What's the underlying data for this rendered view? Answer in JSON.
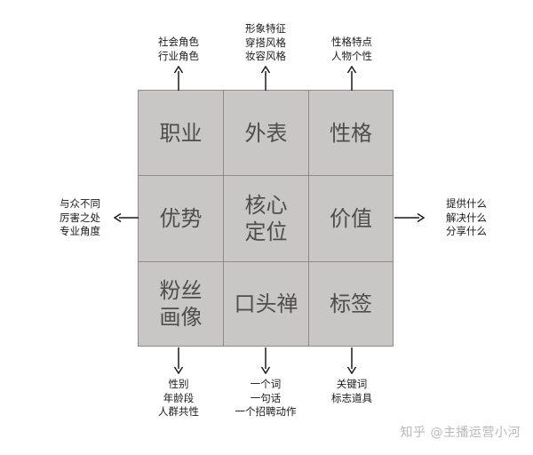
{
  "cells": [
    {
      "id": "career",
      "label": "职业"
    },
    {
      "id": "appearance",
      "label": "外表"
    },
    {
      "id": "personality",
      "label": "性格"
    },
    {
      "id": "advantage",
      "label": "优势"
    },
    {
      "id": "core",
      "label": "核心\n定位"
    },
    {
      "id": "value",
      "label": "价值"
    },
    {
      "id": "fans",
      "label": "粉丝\n画像"
    },
    {
      "id": "catchphrase",
      "label": "口头禅"
    },
    {
      "id": "tag",
      "label": "标签"
    }
  ],
  "notes": {
    "career": "社会角色\n行业角色",
    "appearance": "形象特征\n穿搭风格\n妆容风格",
    "personality": "性格特点\n人物个性",
    "advantage": "与众不同\n厉害之处\n专业角度",
    "value": "提供什么\n解决什么\n分享什么",
    "fans": "性别\n年龄段\n人群共性",
    "catchphrase": "一个词\n一句话\n一个招聘动作",
    "tag": "关键词\n标志道具"
  },
  "watermark": "知乎 @主播运营小河",
  "colors": {
    "grid_fill": "#c9c6c6",
    "grid_line": "#8f8b8b",
    "cell_text": "#4e4e4e",
    "note_text": "#1a1a1a"
  }
}
